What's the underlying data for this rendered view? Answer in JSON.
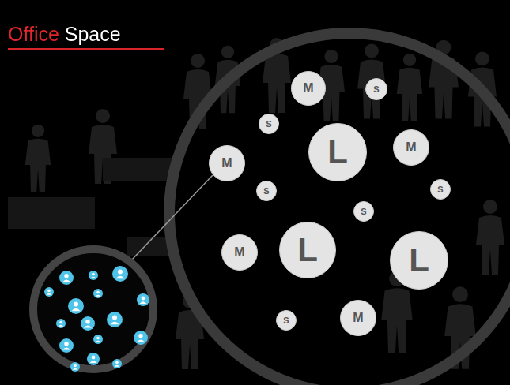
{
  "diagram": {
    "title": "Office Space",
    "nodes": [
      {
        "text": [
          "M"
        ]
      },
      {
        "text": [
          "S"
        ]
      },
      {
        "text": [
          "S"
        ]
      },
      {
        "text": [
          "M"
        ]
      },
      {
        "text": [
          "L"
        ]
      },
      {
        "text": [
          "M"
        ]
      },
      {
        "text": [
          "S"
        ]
      },
      {
        "text": [
          "S"
        ]
      },
      {
        "text": [
          "S"
        ]
      },
      {
        "text": [
          "L"
        ]
      },
      {
        "text": [
          "M"
        ]
      },
      {
        "text": [
          "L"
        ]
      },
      {
        "text": [
          "M"
        ]
      },
      {
        "text": [
          "S"
        ]
      }
    ]
  }
}
